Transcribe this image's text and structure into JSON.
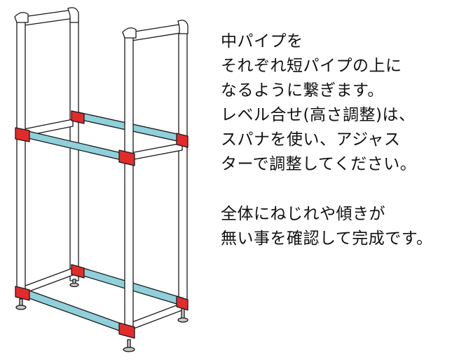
{
  "illustration": {
    "subject": "two-tier pipe rack",
    "colors": {
      "outline": "#1a1a1a",
      "pipe": "#ffffff",
      "short_pipe": "#8fd0da",
      "joint": "#e32b2b",
      "foot": "#c9c9c9"
    }
  },
  "instructions": {
    "paragraph1": [
      "中パイプを",
      "それぞれ短パイプの上に",
      "なるように繋ぎます。",
      "レベル合せ(高さ調整)は、",
      "スパナを使い、アジャス",
      "ターで調整してください。"
    ],
    "paragraph2": [
      "全体にねじれや傾きが",
      "無い事を確認して完成です。"
    ]
  }
}
